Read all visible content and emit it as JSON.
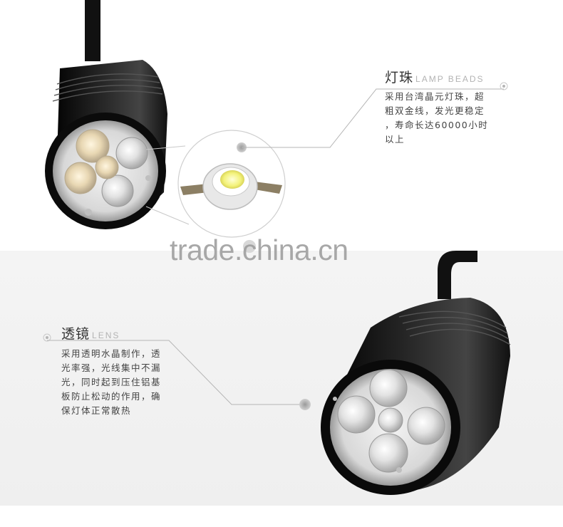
{
  "beads": {
    "title": "灯珠",
    "title_en": "LAMP BEADS",
    "lines": [
      "采用台湾晶元灯珠，超",
      "粗双金线，发光更稳定",
      "，寿命长达60000小时",
      "以上"
    ]
  },
  "lens": {
    "title": "透镜",
    "title_en": "LENS",
    "lines": [
      "采用透明水晶制作，透",
      "光率强，光线集中不漏",
      "光，同时起到压住铝基",
      "板防止松动的作用，确",
      "保灯体正常散热"
    ]
  },
  "watermark": "trade.china.cn",
  "colors": {
    "housing": "#111111",
    "led_chip": "#f3f27a",
    "callout_line": "#b5b5b5",
    "bottom_background": "#f2f2f2"
  }
}
